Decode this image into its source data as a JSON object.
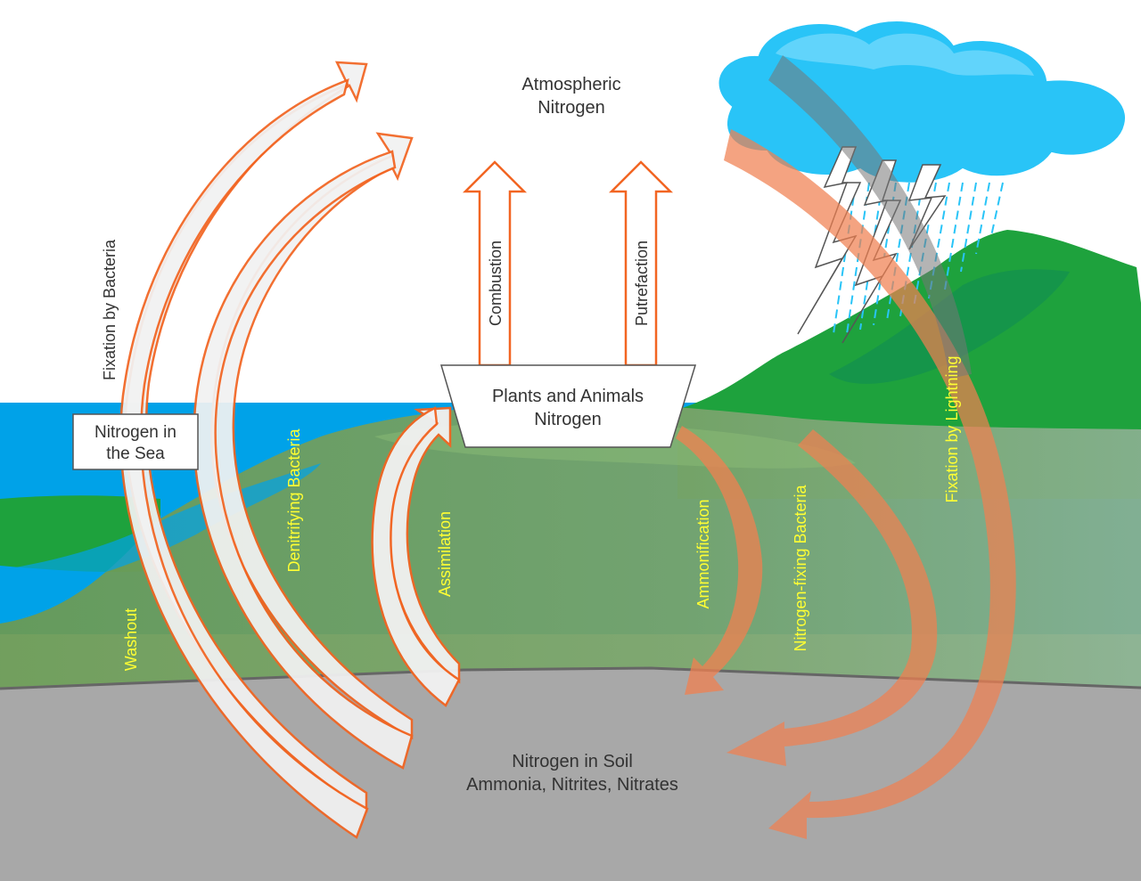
{
  "labels": {
    "atmospheric_line1": "Atmospheric",
    "atmospheric_line2": "Nitrogen",
    "combustion": "Combustion",
    "putrefaction": "Putrefaction",
    "plants_line1": "Plants and Animals",
    "plants_line2": "Nitrogen",
    "sea_line1": "Nitrogen in",
    "sea_line2": "the Sea",
    "fixation_bacteria": "Fixation by Bacteria",
    "washout": "Washout",
    "denitrifying": "Denitrifying Bacteria",
    "assimilation": "Assimilation",
    "ammonification": "Ammonification",
    "nitrogen_fixing": "Nitrogen-fixing Bacteria",
    "fixation_lightning": "Fixation by Lightning",
    "soil_line1": "Nitrogen in Soil",
    "soil_line2": "Ammonia, Nitrites, Nitrates"
  },
  "colors": {
    "sea": "#00a2e8",
    "land_green": "#1ca33a",
    "soil_band": "#6f9e5e",
    "ground": "#a8a8a8",
    "cloud": "#29c4f7",
    "arrow_outline": "#f26522",
    "arrow_fill_light": "#f2f2f2",
    "arrow_fill_salmon": "#f08050",
    "label_yellow": "#ffff33",
    "label_dark": "#333333"
  },
  "icons": {
    "cloud": "storm-cloud-icon",
    "lightning": "lightning-bolt-icon",
    "rain": "rain-icon"
  }
}
